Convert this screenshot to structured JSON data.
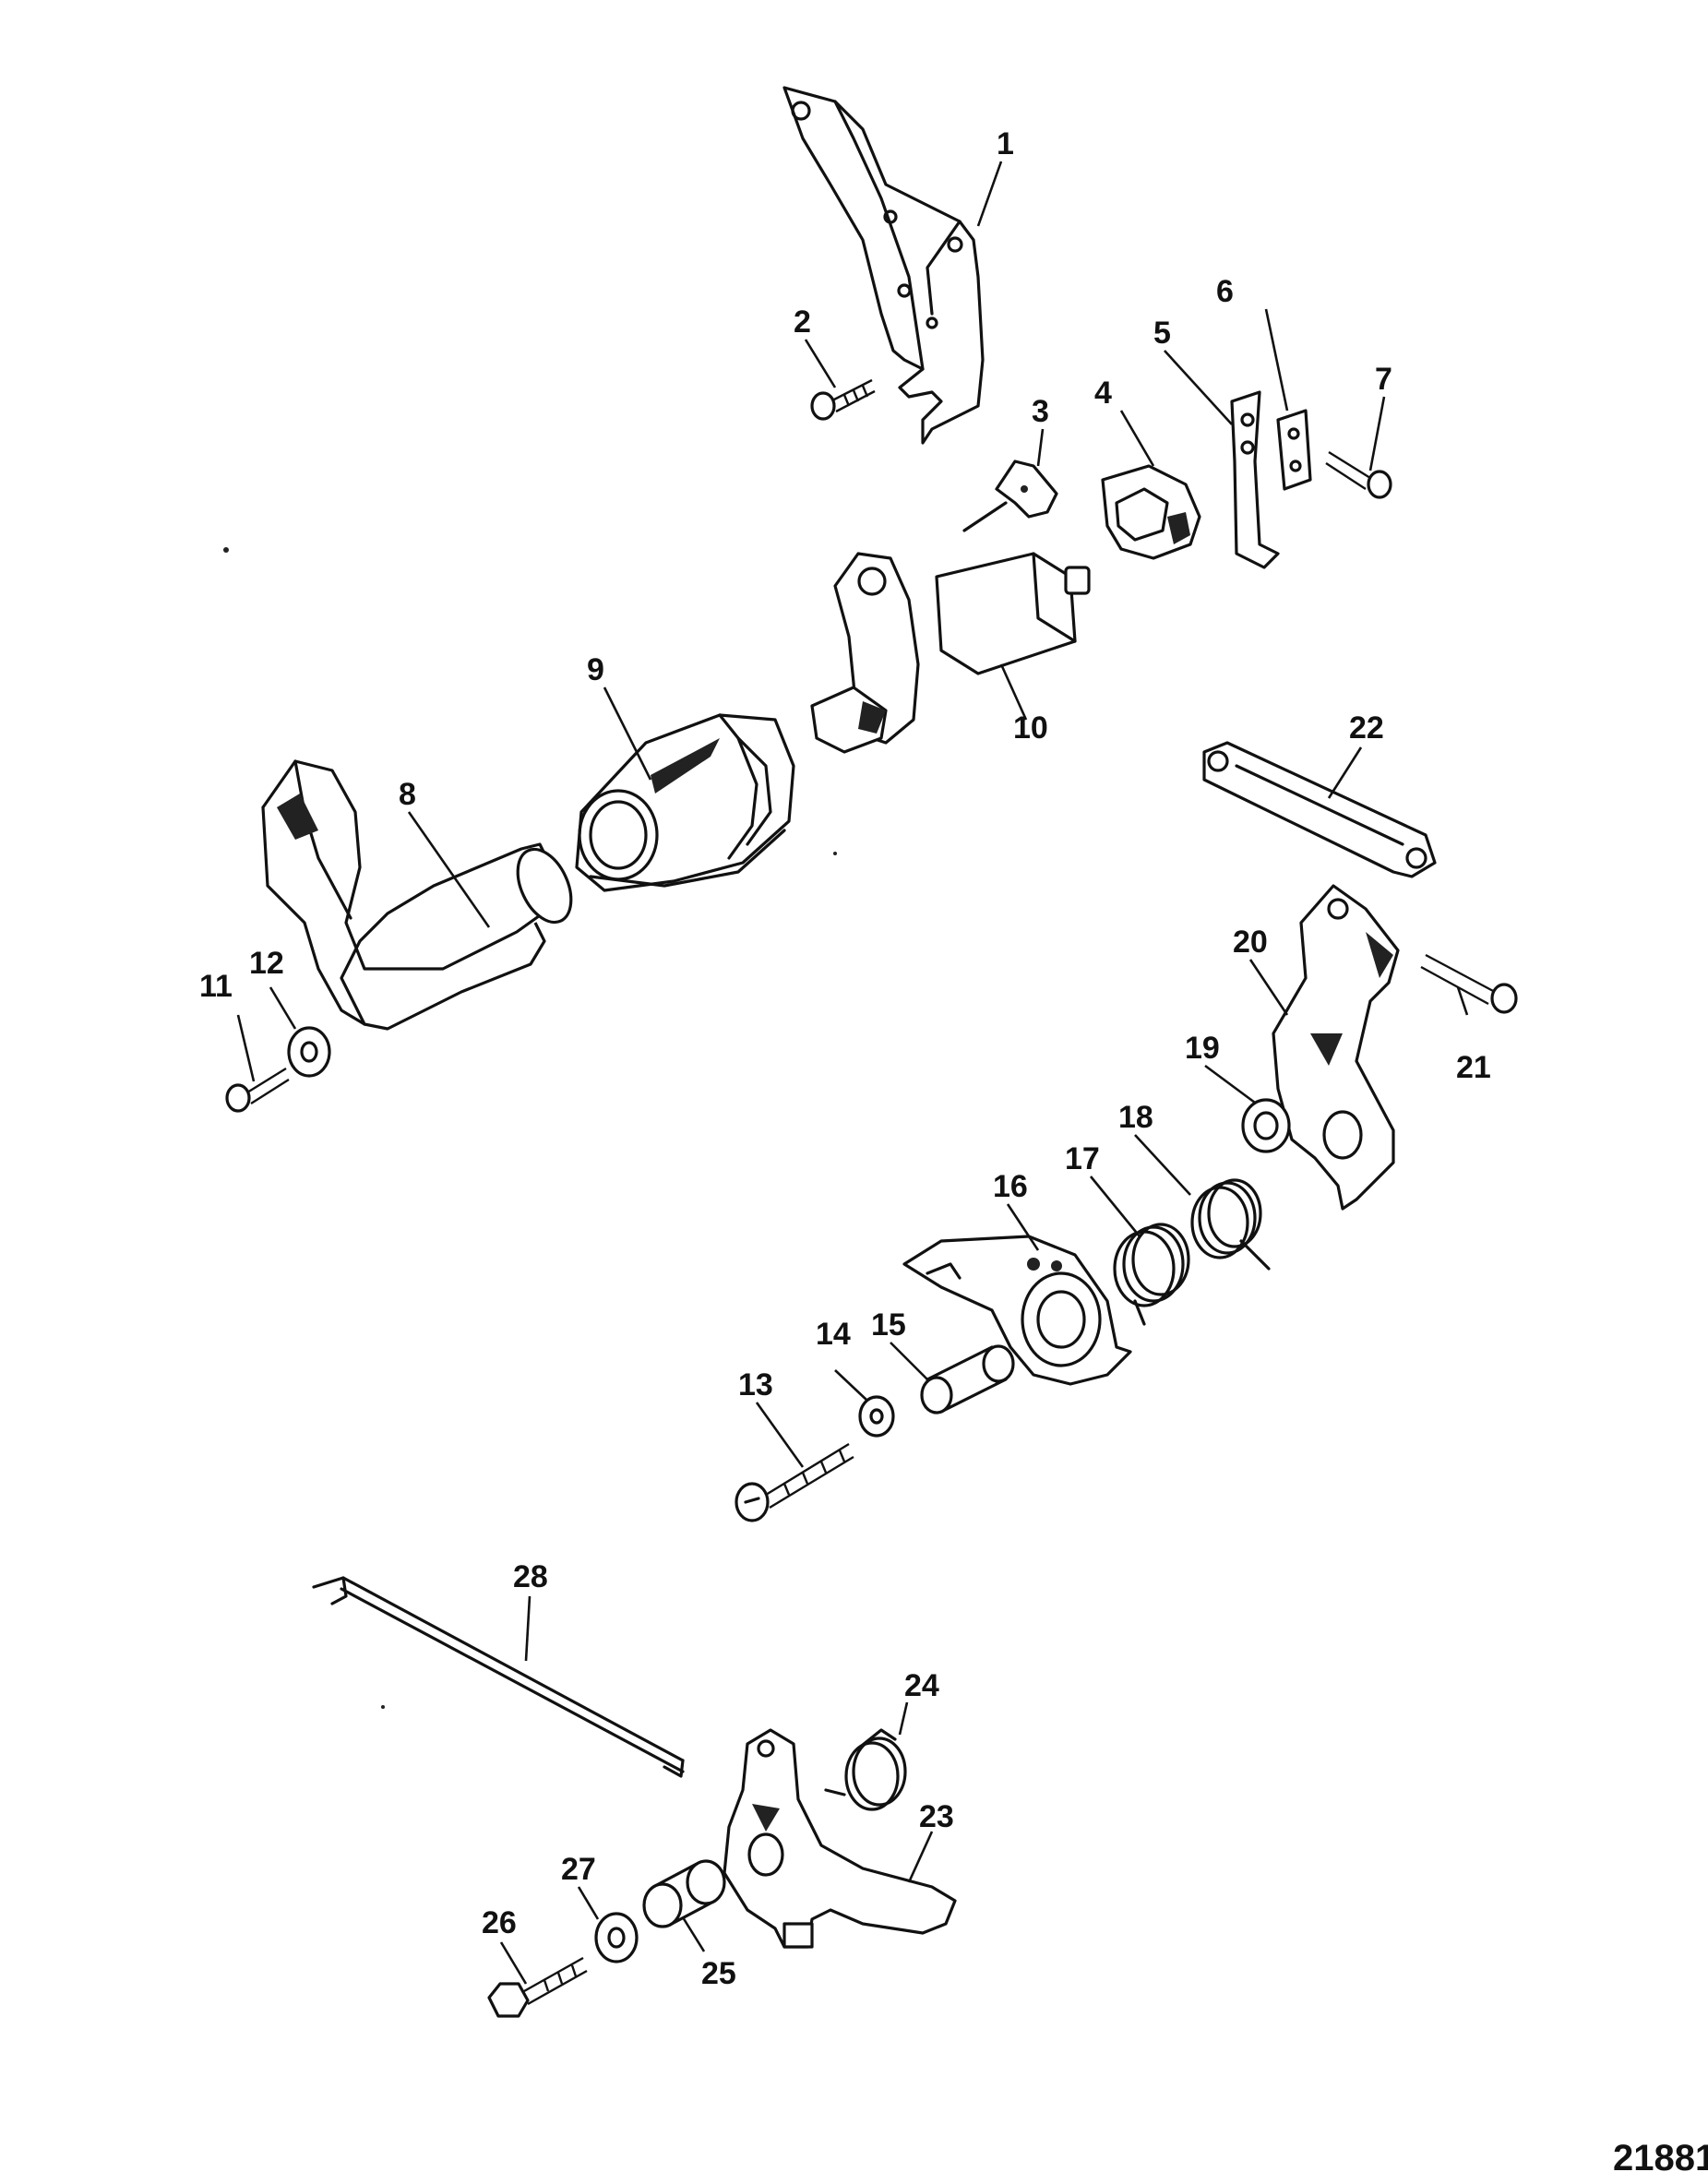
{
  "figure_number": "21881",
  "callouts": [
    "1",
    "2",
    "3",
    "4",
    "5",
    "6",
    "7",
    "8",
    "9",
    "10",
    "11",
    "12",
    "13",
    "14",
    "15",
    "16",
    "17",
    "18",
    "19",
    "20",
    "21",
    "22",
    "23",
    "24",
    "25",
    "26",
    "27",
    "28"
  ]
}
